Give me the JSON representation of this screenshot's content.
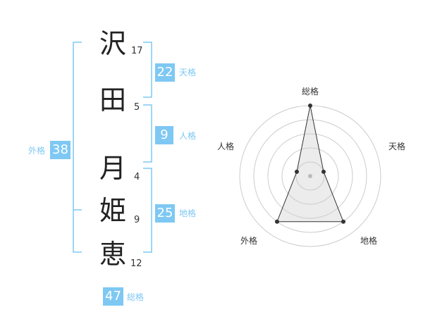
{
  "name": {
    "chars": [
      {
        "char": "沢",
        "strokes": "17"
      },
      {
        "char": "田",
        "strokes": "5"
      },
      {
        "char": "月",
        "strokes": "4"
      },
      {
        "char": "姫",
        "strokes": "9"
      },
      {
        "char": "恵",
        "strokes": "12"
      }
    ]
  },
  "kakusu": {
    "tenkaku": {
      "value": "22",
      "label": "天格"
    },
    "jinkaku": {
      "value": "9",
      "label": "人格"
    },
    "chikaku": {
      "value": "25",
      "label": "地格"
    },
    "gaikaku": {
      "value": "38",
      "label": "外格"
    },
    "soukaku": {
      "value": "47",
      "label": "総格"
    }
  },
  "colors": {
    "accent": "#7ec8f3",
    "text": "#222222",
    "grid": "#cccccc"
  },
  "chart_data": {
    "type": "radar",
    "axes": [
      "総格",
      "天格",
      "地格",
      "外格",
      "人格"
    ],
    "values": [
      5,
      1,
      4,
      4,
      1
    ],
    "max": 5
  }
}
